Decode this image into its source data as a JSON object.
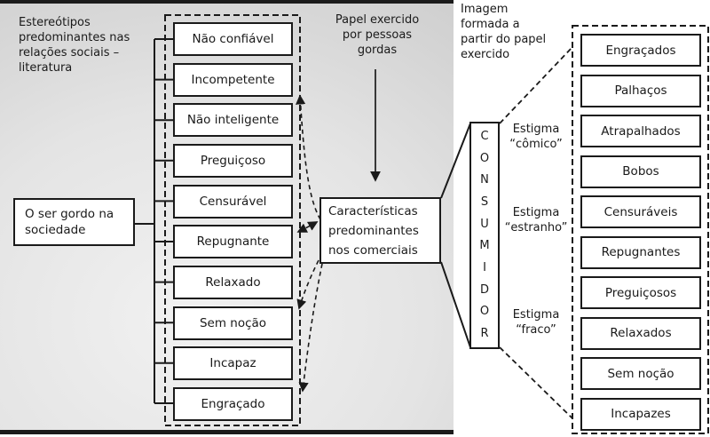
{
  "colors": {
    "text": "#1a1a1a",
    "line": "#1a1a1a",
    "box_border": "#1a1a1a",
    "box_fill": "#ffffff",
    "panel_gradient_center": "#f1f1f1",
    "panel_gradient_edge": "#c5c5c5",
    "frame_bar": "#1b1b1b"
  },
  "left_panel": {
    "heading": "Estereótipos\npredominantes nas\nrelações sociais –\nliteratura",
    "source_box": "O ser gordo na\nsociedade",
    "stereotypes": [
      "Não confiável",
      "Incompetente",
      "Não inteligente",
      "Preguiçoso",
      "Censurável",
      "Repugnante",
      "Relaxado",
      "Sem noção",
      "Incapaz",
      "Engraçado"
    ]
  },
  "middle": {
    "role_heading": "Papel exercido\npor pessoas\ngordas",
    "commercials_box": "Características\npredominantes\nnos comerciais"
  },
  "right_panel": {
    "image_heading": "Imagem\nformada a\npartir do papel\nexercido",
    "consumer_letters": [
      "C",
      "O",
      "N",
      "S",
      "U",
      "M",
      "I",
      "D",
      "O",
      "R"
    ],
    "stigmas": [
      "Estigma\n“cômico”",
      "Estigma\n“estranho”",
      "Estigma\n“fraco”"
    ],
    "images": [
      "Engraçados",
      "Palhaços",
      "Atrapalhados",
      "Bobos",
      "Censuráveis",
      "Repugnantes",
      "Preguiçosos",
      "Relaxados",
      "Sem noção",
      "Incapazes"
    ]
  }
}
